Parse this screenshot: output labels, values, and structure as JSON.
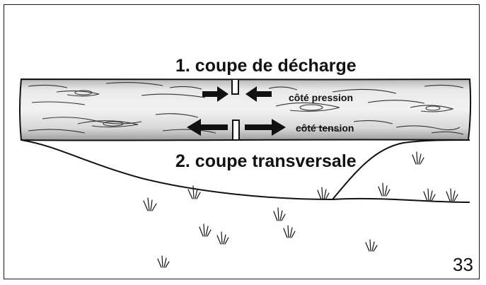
{
  "diagram": {
    "title_cut_1": "1. coupe de décharge",
    "title_cut_2": "2. coupe transversale",
    "label_compression": "côté pression",
    "label_tension": "côté tension",
    "page_number": "33"
  },
  "colors": {
    "ink": "#111111",
    "log_light": "#e6e6e6",
    "log_dark": "#a8a8a8"
  }
}
